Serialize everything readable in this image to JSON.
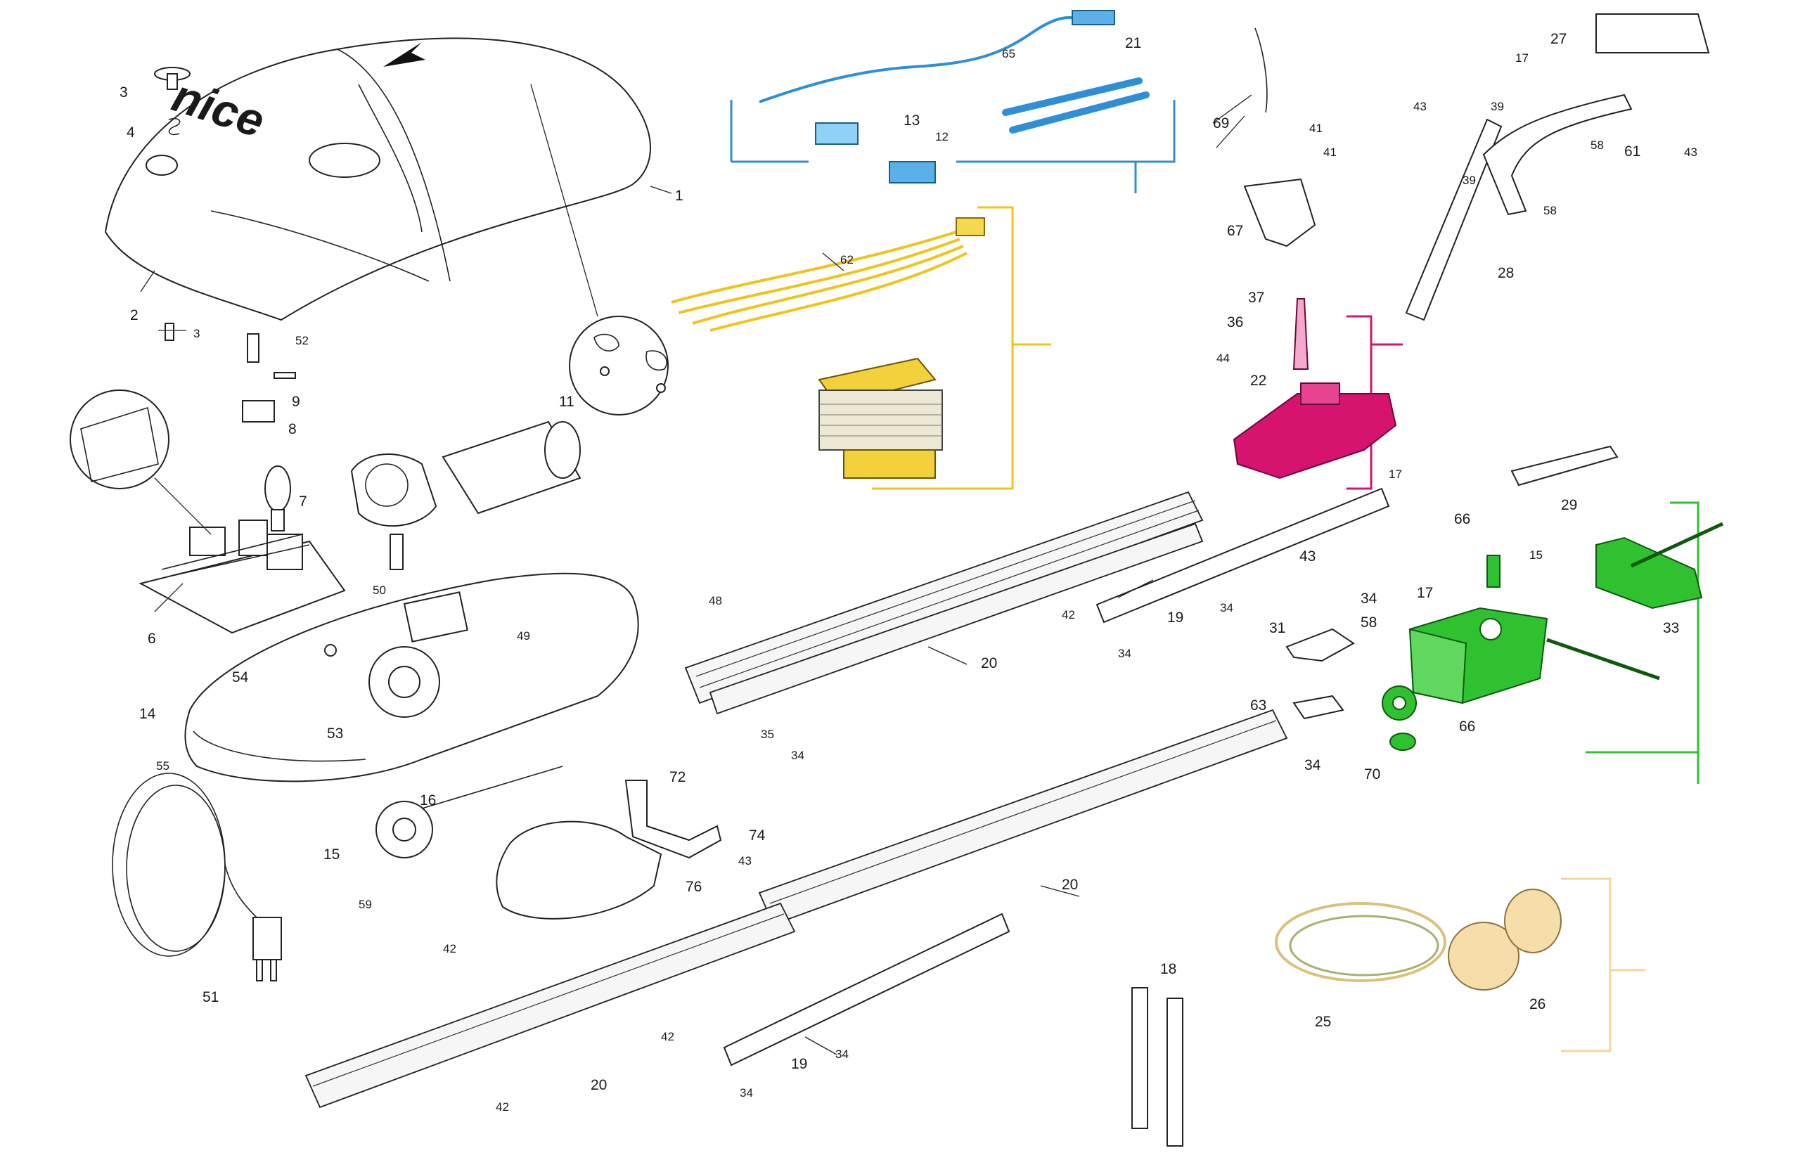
{
  "callouts": {
    "p1": "1",
    "p2": "2",
    "p3a": "3",
    "p3b": "3",
    "p4": "4",
    "p6": "6",
    "p7": "7",
    "p8": "8",
    "p9": "9",
    "p11": "11",
    "p12": "12",
    "p13": "13",
    "p14": "14",
    "p15a": "15",
    "p15b": "15",
    "p16": "16",
    "p17a": "17",
    "p17b": "17",
    "p17c": "17",
    "p18": "18",
    "p19a": "19",
    "p19b": "19",
    "p20a": "20",
    "p20b": "20",
    "p20c": "20",
    "p21": "21",
    "p22": "22",
    "p25": "25",
    "p26": "26",
    "p27": "27",
    "p28": "28",
    "p29": "29",
    "p31": "31",
    "p33": "33",
    "p34a": "34",
    "p34b": "34",
    "p34c": "34",
    "p34d": "34",
    "p34e": "34",
    "p34f": "34",
    "p34g": "34",
    "p35": "35",
    "p36": "36",
    "p37": "37",
    "p39a": "39",
    "p39b": "39",
    "p41a": "41",
    "p41b": "41",
    "p42a": "42",
    "p42b": "42",
    "p42c": "42",
    "p42d": "42",
    "p43a": "43",
    "p43b": "43",
    "p43c": "43",
    "p43d": "43",
    "p44": "44",
    "p48": "48",
    "p49": "49",
    "p50": "50",
    "p51": "51",
    "p52": "52",
    "p53": "53",
    "p54": "54",
    "p55": "55",
    "p58a": "58",
    "p58b": "58",
    "p58c": "58",
    "p59": "59",
    "p61": "61",
    "p62": "62",
    "p63": "63",
    "p65": "65",
    "p66a": "66",
    "p66b": "66",
    "p67": "67",
    "p69": "69",
    "p70": "70",
    "p72": "72",
    "p74": "74",
    "p76": "76"
  },
  "logo_text": "nice",
  "colors": {
    "background": "#ffffff",
    "outline": "#222222",
    "blue_group": "#2f8fd6",
    "yellow_group": "#f0c419",
    "magenta_group": "#d6136f",
    "green_group": "#2fc12f",
    "tan_group": "#f2d79a"
  },
  "icons": [
    "motor-icon",
    "transformer-icon",
    "power-plug-icon",
    "bulb-icon",
    "sprocket-icon"
  ]
}
